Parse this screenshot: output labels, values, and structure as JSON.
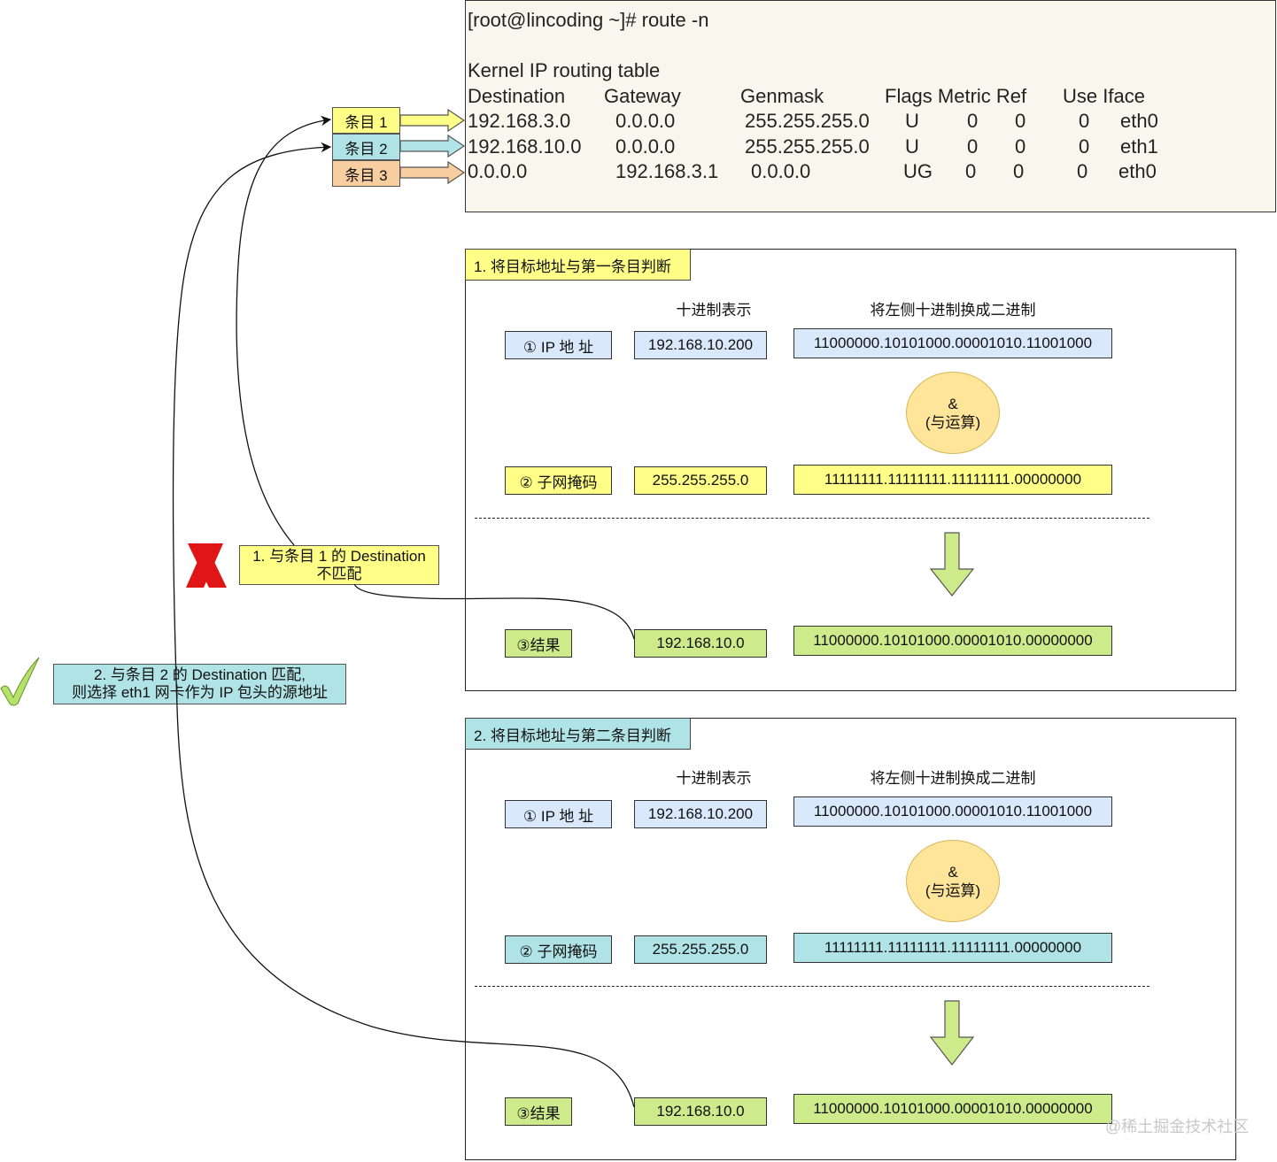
{
  "terminal": {
    "prompt": "[root@lincoding ~]# route -n",
    "table_title": "Kernel IP routing table",
    "headers": [
      "Destination",
      "Gateway",
      "Genmask",
      "Flags Metric Ref",
      "Use Iface"
    ],
    "rows": [
      [
        "192.168.3.0",
        "0.0.0.0",
        "255.255.255.0",
        "U",
        "0",
        "0",
        "0",
        "eth0"
      ],
      [
        "192.168.10.0",
        "0.0.0.0",
        "255.255.255.0",
        "U",
        "0",
        "0",
        "0",
        "eth1"
      ],
      [
        "0.0.0.0",
        "192.168.3.1",
        "0.0.0.0",
        "UG",
        "0",
        "0",
        "0",
        "eth0"
      ]
    ]
  },
  "entries": [
    {
      "label": "条目 1",
      "color": "#ffff88"
    },
    {
      "label": "条目 2",
      "color": "#b0e3e6"
    },
    {
      "label": "条目 3",
      "color": "#f8cea0"
    }
  ],
  "panels": [
    {
      "title": "1. 将目标地址与第一条目判断",
      "col_decimal": "十进制表示",
      "col_binary": "将左侧十进制换成二进制",
      "ip_label": "① IP  地 址",
      "ip_decimal": "192.168.10.200",
      "ip_binary": "11000000.10101000.00001010.11001000",
      "op_symbol": "&",
      "op_label": "(与运算)",
      "mask_label": "② 子网掩码",
      "mask_decimal": "255.255.255.0",
      "mask_binary": "11111111.11111111.11111111.00000000",
      "result_label": "③结果",
      "result_decimal": "192.168.10.0",
      "result_binary": "11000000.10101000.00001010.00000000"
    },
    {
      "title": "2. 将目标地址与第二条目判断",
      "col_decimal": "十进制表示",
      "col_binary": "将左侧十进制换成二进制",
      "ip_label": "① IP  地 址",
      "ip_decimal": "192.168.10.200",
      "ip_binary": "11000000.10101000.00001010.11001000",
      "op_symbol": "&",
      "op_label": "(与运算)",
      "mask_label": "② 子网掩码",
      "mask_decimal": "255.255.255.0",
      "mask_binary": "11111111.11111111.11111111.00000000",
      "result_label": "③结果",
      "result_decimal": "192.168.10.0",
      "result_binary": "11000000.10101000.00001010.00000000"
    }
  ],
  "notes": {
    "mismatch_line1": "1. 与条目 1 的 Destination",
    "mismatch_line2": "不匹配",
    "match_line1": "2. 与条目 2  的 Destination 匹配,",
    "match_line2": "则选择 eth1 网卡作为 IP 包头的源地址"
  },
  "icons": {
    "mismatch": "cross-icon",
    "match": "checkmark-icon"
  },
  "watermark": "@稀土掘金技术社区"
}
